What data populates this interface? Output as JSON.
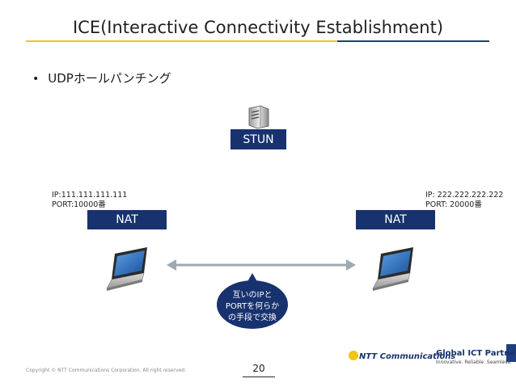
{
  "title": "ICE(Interactive Connectivity Establishment)",
  "bullet": {
    "marker": "•",
    "text": "UDPホールパンチング"
  },
  "stun": {
    "label": "STUN",
    "icon": "server-icon"
  },
  "nat_left": {
    "label": "NAT",
    "ip": "IP:111.111.111.111",
    "port": "PORT:10000番"
  },
  "nat_right": {
    "label": "NAT",
    "ip": "IP: 222.222.222.222",
    "port": "PORT: 20000番"
  },
  "bubble": {
    "line1": "互いのIPと",
    "line2": "PORTを何らか",
    "line3": "の手段で交換"
  },
  "footer": {
    "copyright": "Copyright © NTT Communications Corporation. All right reserved.",
    "page_number": "20",
    "logo_company": "NTT Communications",
    "logo_tagline": "Global ICT Partner",
    "logo_subtagline": "Innovative. Reliable. Seamless."
  },
  "colors": {
    "navy": "#17326e",
    "accent_yellow": "#f2c417",
    "bubble": "#17326e"
  }
}
